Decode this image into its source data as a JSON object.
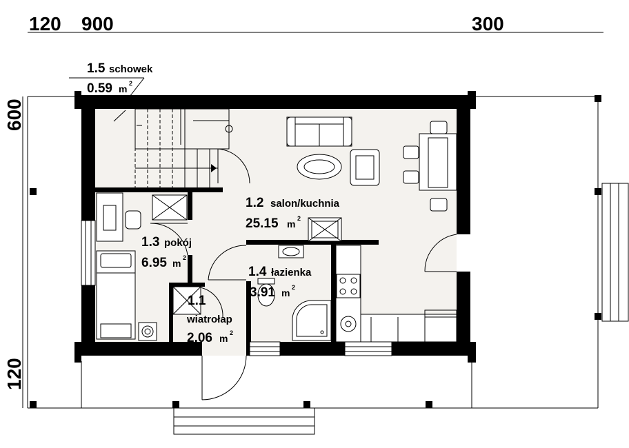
{
  "dimensions": {
    "top_left": "120",
    "top_mid": "900",
    "top_right": "300",
    "left_top": "600",
    "left_bottom": "120"
  },
  "rooms": {
    "r15": {
      "code": "1.5",
      "name": "schowek",
      "area": "0.59",
      "unit": "m",
      "sup": "2"
    },
    "r12": {
      "code": "1.2",
      "name": "salon/kuchnia",
      "area": "25.15",
      "unit": "m",
      "sup": "2"
    },
    "r13": {
      "code": "1.3",
      "name": "pokój",
      "area": "6.95",
      "unit": "m",
      "sup": "2"
    },
    "r14": {
      "code": "1.4",
      "name": "łazienka",
      "area": "3.91",
      "unit": "m",
      "sup": "2"
    },
    "r11": {
      "code": "1.1",
      "name": "wiatrołap",
      "area": "2.06",
      "unit": "m",
      "sup": "2"
    }
  },
  "colors": {
    "floor": "#f4f2ee",
    "wall": "#000000",
    "line": "#000000"
  }
}
